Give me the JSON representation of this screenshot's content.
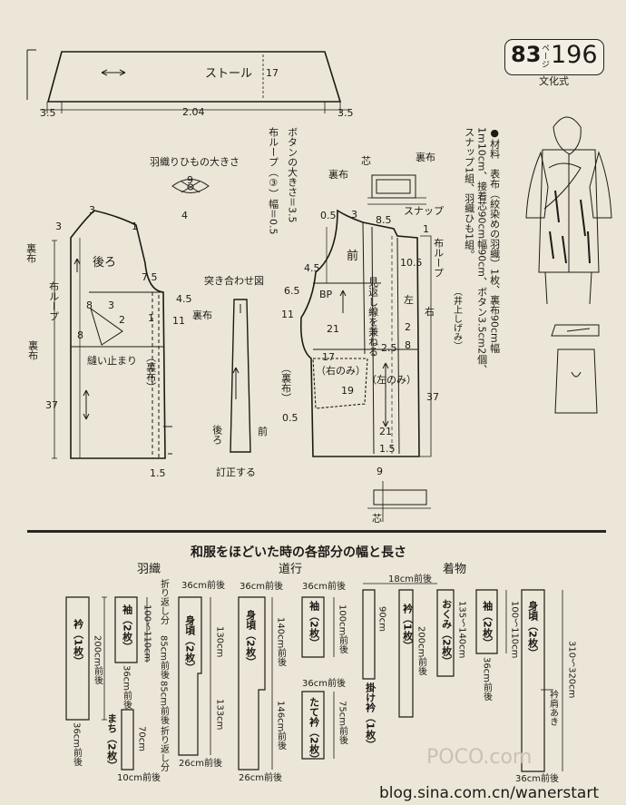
{
  "header": {
    "page_number": "83",
    "page_word": "ページ",
    "pattern_number": "196",
    "publisher": "文化式"
  },
  "stole": {
    "label": "ストール",
    "length_mark": "17",
    "width": "2.04",
    "left_edge": "3.5",
    "right_edge": "3.5"
  },
  "materials": {
    "line1": "●材料　表布（絞染めの羽織）1枚、裏布90cm幅",
    "line2": "1m10cm、接着芯90cm幅90cm、ボタン3.5cm2個、",
    "line3": "スナップ1組、羽織ひも1組。",
    "note": "（井上しげみ）"
  },
  "notes": {
    "button_size": "ボタンの大きさ＝3.5",
    "loop_width": "布ループ（③）幅＝0.5",
    "himo_size": "羽織りひもの大きさ",
    "butt_joint": "突き合わせ図",
    "correct": "訂正する",
    "back_small": "後ろ",
    "front_small": "前"
  },
  "back_pattern": {
    "label": "後ろ",
    "ura": "裏布",
    "loop": "布ループ",
    "sew_stop": "縫い止まり",
    "ura_paren": "（裏布）",
    "length": "37",
    "hem": "1.5",
    "m3a": "3",
    "m1": "1",
    "m3b": "3",
    "m75": "7.5",
    "m45": "4.5",
    "m8a": "8",
    "m3c": "3",
    "m8b": "8",
    "m2": "2",
    "m1b": "1",
    "m11": "11"
  },
  "front_pattern": {
    "label": "前",
    "ura": "裏布",
    "shin": "芯",
    "snap": "スナップ",
    "loop": "布ループ",
    "bp": "BP",
    "facing": "見返し線を兼ねる",
    "left": "左",
    "right": "右",
    "right_only": "（右のみ）",
    "left_only": "（左のみ）",
    "ura_paren": "（裏布）",
    "length": "37",
    "m05a": "0.5",
    "m85": "8.5",
    "m3": "3",
    "m105": "10.5",
    "m45": "4.5",
    "m65": "6.5",
    "m11": "11",
    "m21a": "21",
    "m17": "17",
    "m25": "2.5",
    "m19": "19",
    "m21b": "21",
    "m15": "1.5",
    "m9": "9",
    "m05b": "0.5",
    "m8": "8",
    "m2": "2",
    "m1": "1"
  },
  "kimono": {
    "title": "和服をほどいた時の各部分の幅と長さ",
    "haori": "羽織",
    "michiyuki": "道行",
    "kimono": "着物",
    "items": {
      "eri1": "衿（1枚）",
      "eri1_len": "200cm前後",
      "eri1_w": "36cm前後",
      "sode1": "袖（2枚）",
      "sode1_len": "100〜110cm",
      "sode1_w": "36cm前後",
      "machi": "まち（2枚）",
      "machi_len": "70cm",
      "machi_w": "10cm前後",
      "fold1": "折り返し分",
      "mi1_top": "36cm前後",
      "mi1": "身頃（2枚）",
      "mi1_a": "85cm前後",
      "mi1_b": "85cm前後",
      "mi1_130": "130cm",
      "mi1_133": "133cm",
      "fold2": "折り返し分",
      "mi1_bottom": "26cm前後",
      "mi2_top": "36cm前後",
      "mi2": "身頃（2枚）",
      "mi2_len": "140cm前後",
      "mi2_146": "146cm前後",
      "mi2_bottom": "26cm前後",
      "sode2_top": "36cm前後",
      "sode2": "袖（2枚）",
      "sode2_len": "100cm前後",
      "tate_top": "36cm前後",
      "tate": "たて衿（2枚）",
      "tate_len": "75cm前後",
      "top3": "18cm前後",
      "kake": "掛け衿（1枚）",
      "kake_len": "90cm",
      "eri3": "衿（1枚）",
      "eri3_len": "200cm前後",
      "okumi": "おくみ（2枚）",
      "okumi_len": "135〜140cm",
      "sode3": "袖（2枚）",
      "sode3_len": "100〜110cm",
      "sode3_w": "36cm前後",
      "mi3": "身頃（2枚）",
      "mi3_len": "310〜320cm",
      "eri_aki": "衿肩あき",
      "mi3_bottom": "36cm前後"
    }
  },
  "footer": {
    "url": "blog.sina.com.cn/wanerstart",
    "watermark": "POCO.com"
  }
}
